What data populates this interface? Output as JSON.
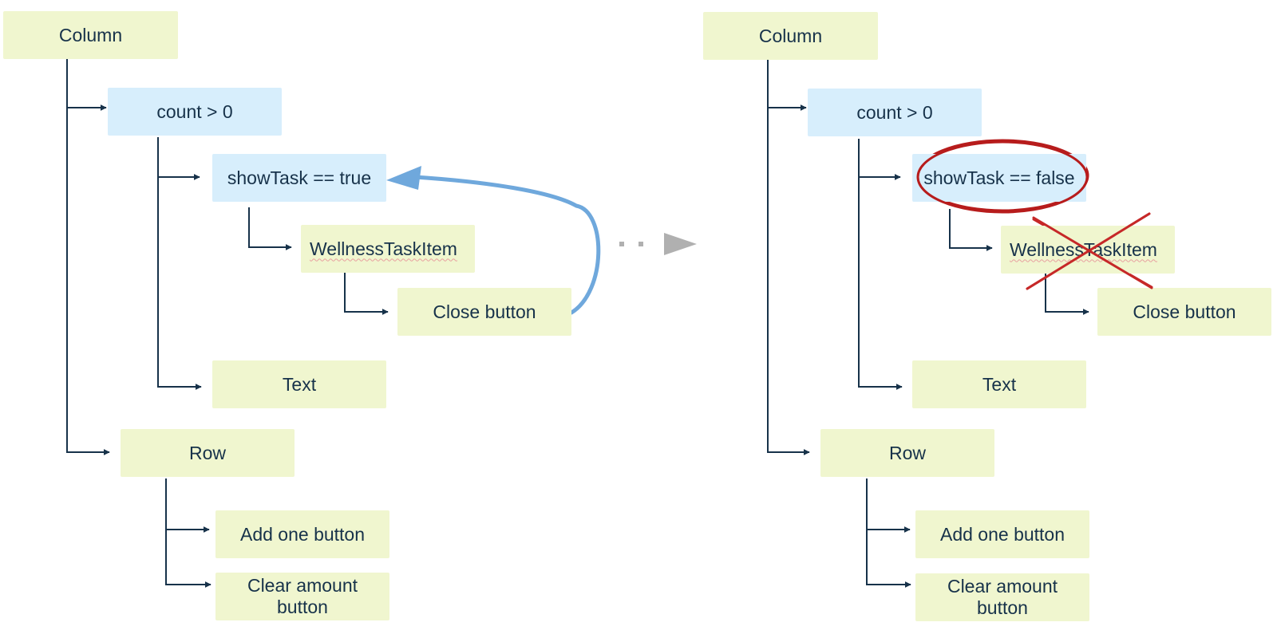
{
  "diagram": {
    "colors": {
      "node_fill_green": "#f0f6cf",
      "node_fill_blue": "#d7eefc",
      "text": "#17324a",
      "connector": "#17324a",
      "recompose_arrow": "#6fa8dc",
      "transition_arrow": "#b0b0b0",
      "highlight_ring": "#b71c1c",
      "removed_cross": "#c62828"
    },
    "before": {
      "column": "Column",
      "condition_count": "count > 0",
      "condition_show": "showTask == true",
      "wellness_item": "WellnessTaskItem",
      "close_button": "Close button",
      "text": "Text",
      "row": "Row",
      "add_button": "Add one button",
      "clear_button_line1": "Clear amount",
      "clear_button_line2": "button"
    },
    "after": {
      "column": "Column",
      "condition_count": "count > 0",
      "condition_show": "showTask == false",
      "wellness_item": "WellnessTaskItem",
      "close_button": "Close button",
      "text": "Text",
      "row": "Row",
      "add_button": "Add one button",
      "clear_button_line1": "Clear amount",
      "clear_button_line2": "button"
    }
  }
}
